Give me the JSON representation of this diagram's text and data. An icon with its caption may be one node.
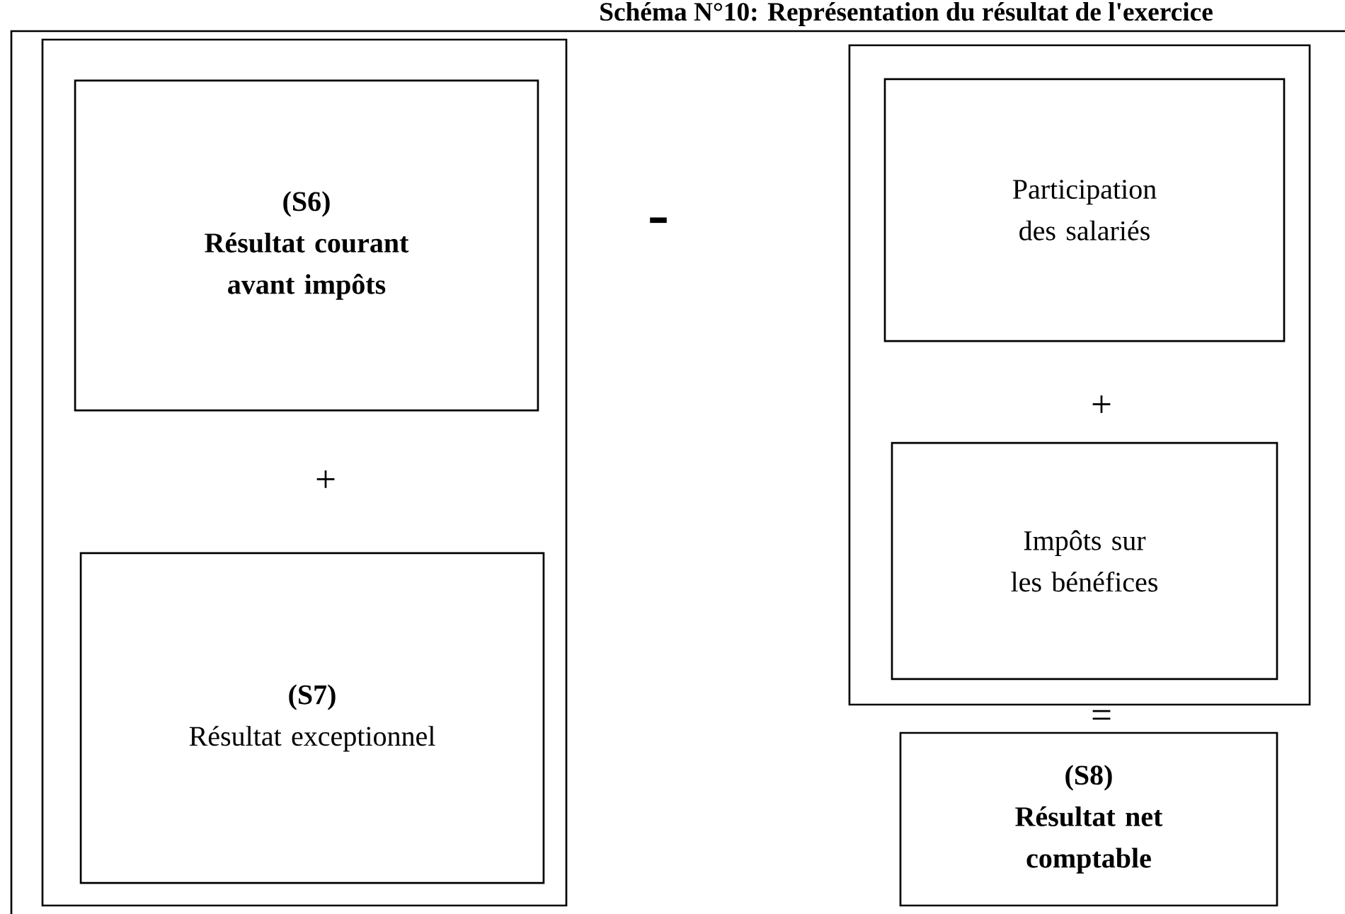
{
  "diagram": {
    "title": "Schéma N°10: Représentation du résultat de l'exercice",
    "nodes": [
      {
        "text": [],
        "shape": "box"
      },
      {
        "text": [
          "(S6)",
          "Résultat courant avant impôts"
        ],
        "in": 0
      },
      {
        "text": [
          "(S7)",
          "Résultat exceptionnel"
        ],
        "in": 0
      },
      {
        "text": [],
        "shape": "box"
      },
      {
        "text": [
          "Participation des salariés"
        ],
        "in": 3
      },
      {
        "text": [
          "Impôts sur les bénéfices"
        ],
        "in": 3
      },
      {
        "text": [
          "(S8)",
          "Résultat net comptable"
        ]
      }
    ],
    "labels": [
      "-",
      "+",
      "+",
      "="
    ]
  }
}
